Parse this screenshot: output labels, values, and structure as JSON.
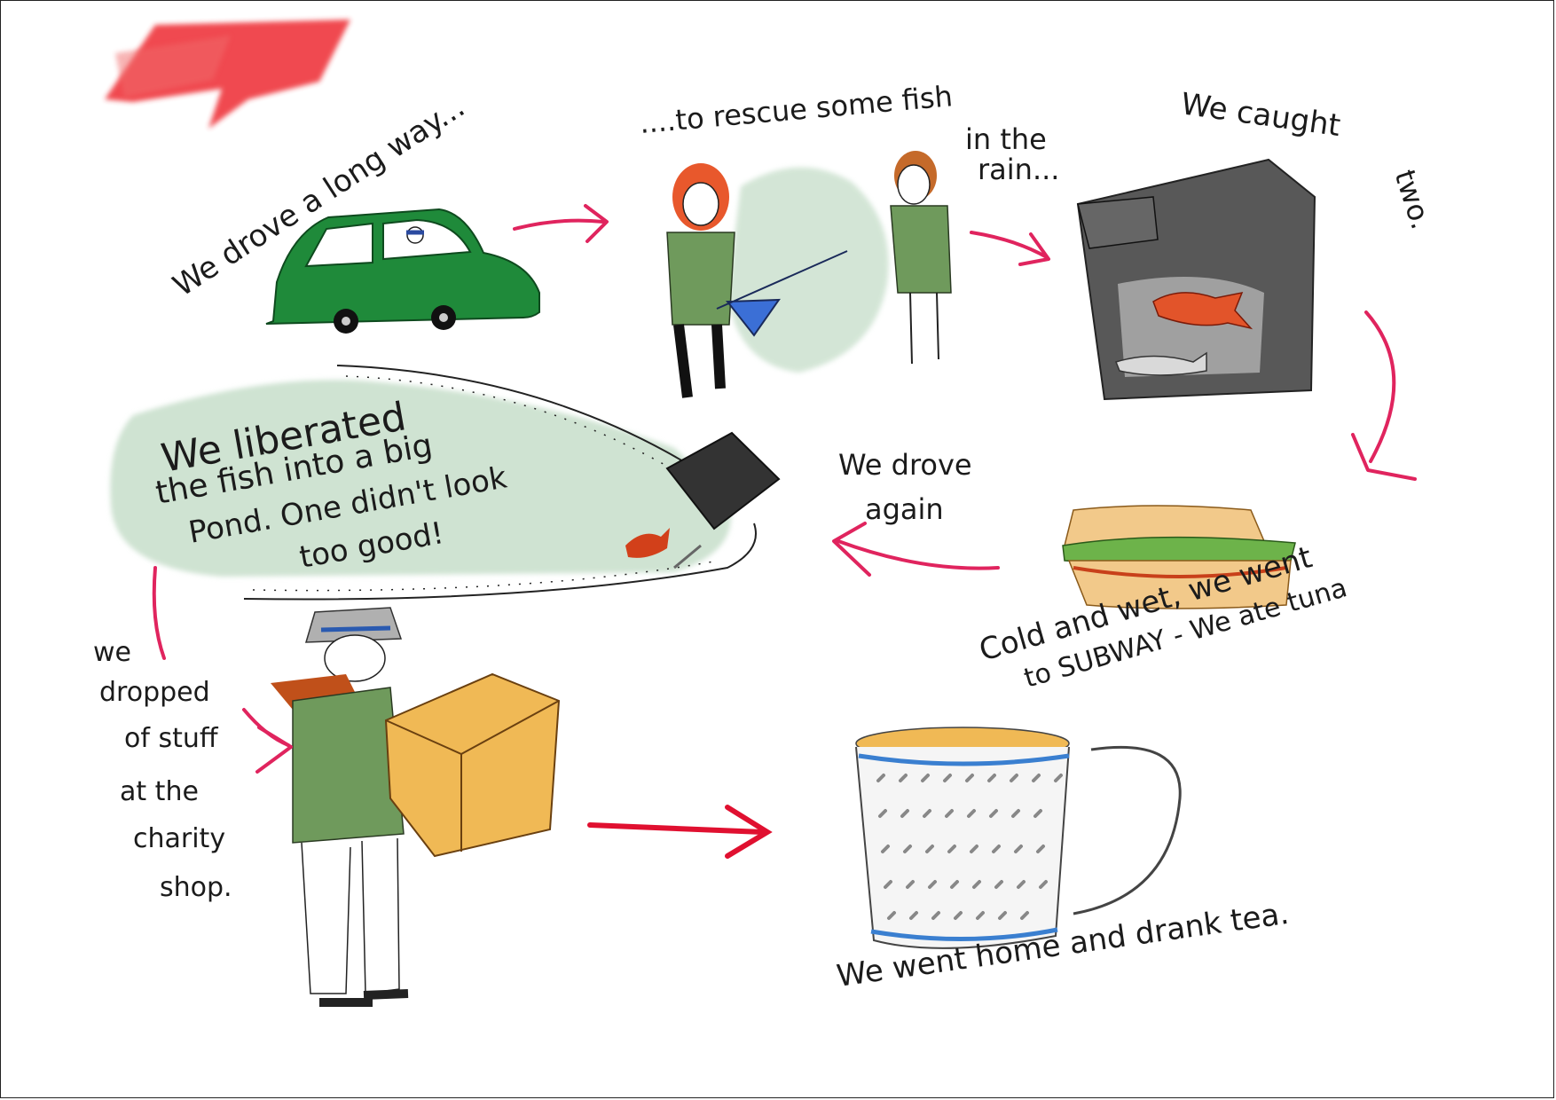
{
  "captions": {
    "drove": "We drove a long way...",
    "rescue_1": "....to rescue some fish",
    "rescue_2": "in the",
    "rescue_3": "rain...",
    "caught_1": "We caught",
    "caught_2": "two.",
    "liberated_1": "We liberated",
    "liberated_2": "the fish into a big",
    "liberated_3": "Pond. One didn't look",
    "liberated_4": "too good!",
    "drove_again_1": "We drove",
    "drove_again_2": "again",
    "subway_1": "Cold and wet, we went",
    "subway_2": "to SUBWAY - We ate tuna",
    "dropped_1": "we",
    "dropped_2": "dropped",
    "dropped_3": "of stuff",
    "dropped_4": "at the",
    "dropped_5": "charity",
    "dropped_6": "shop.",
    "home": "We went home and drank tea."
  },
  "colors": {
    "arrow": "#e0245e",
    "arrow_red": "#e01030",
    "car": "#1f8a3a",
    "wash_green": "#cfe3d2",
    "box_black": "#4a4a4a",
    "fish_orange": "#e2542a",
    "sandwich_bread": "#f2c98a",
    "lettuce": "#6db34a",
    "parcel": "#f0b955",
    "coat": "#6f9a5c",
    "net": "#3b6fd6",
    "mug_stripe": "#3a7fd0",
    "splash_red": "#ee2b30"
  }
}
